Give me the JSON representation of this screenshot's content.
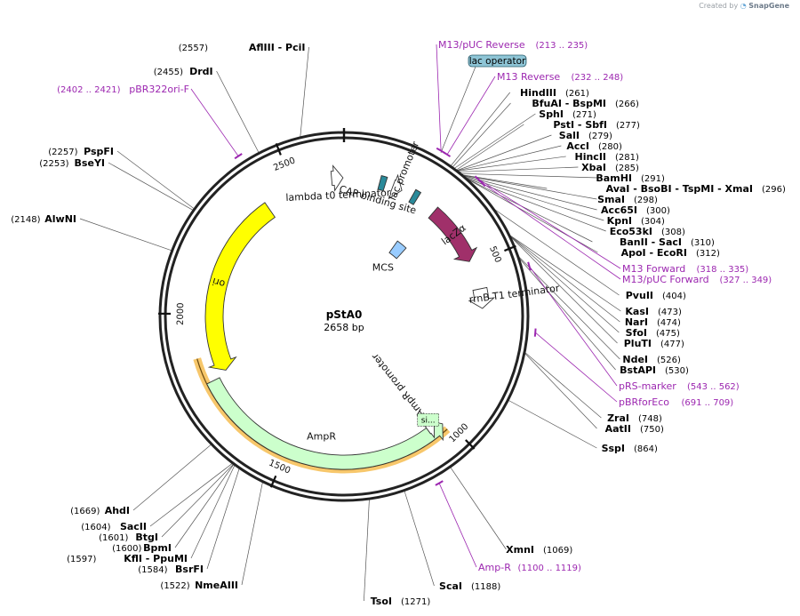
{
  "credit": {
    "prefix": "Created by",
    "brand": "SnapGene"
  },
  "plasmid": {
    "name": "pStA0",
    "length_label": "2658 bp",
    "length": 2658
  },
  "ticks": [
    {
      "pos": 500,
      "label": "500"
    },
    {
      "pos": 1000,
      "label": "1000"
    },
    {
      "pos": 1500,
      "label": "1500"
    },
    {
      "pos": 2000,
      "label": "2000"
    },
    {
      "pos": 2500,
      "label": "2500"
    }
  ],
  "features": [
    {
      "name": "ori",
      "start": 1813,
      "end": 2401,
      "dir": -1,
      "color": "#ffff00",
      "ring": 0,
      "label": "ori",
      "label_mode": "inside"
    },
    {
      "name": "AmpR",
      "start": 1015,
      "end": 1800,
      "dir": -1,
      "color": "#ccffcc",
      "ring": 0,
      "label": "AmpR",
      "label_mode": "below"
    },
    {
      "name": "AmpR promoter",
      "start": 1030,
      "end": 1060,
      "dir": -1,
      "color": "#ffffff",
      "ring": 0,
      "label": "AmpR promoter",
      "label_mode": "radial"
    },
    {
      "name": "lacZa",
      "start": 300,
      "end": 490,
      "dir": 1,
      "color": "#a0306a",
      "ring": 0,
      "label": "lacZα",
      "label_mode": "inside"
    },
    {
      "name": "rrnB T1 terminator",
      "start": 580,
      "end": 640,
      "dir": 1,
      "color": "#ffffff",
      "ring": 0,
      "label": "rrnB T1 terminator",
      "label_mode": "radial"
    },
    {
      "name": "lambda t0 terminator",
      "start": 2620,
      "end": 2655,
      "dir": 1,
      "color": "#ffffff",
      "ring": 0,
      "label": "lambda t0 terminator",
      "label_mode": "tangent"
    },
    {
      "name": "lac promoter",
      "start": 152,
      "end": 182,
      "dir": 1,
      "color": "#ffffff",
      "ring": 0,
      "label": "lac promoter",
      "label_mode": "radial"
    },
    {
      "name": "CAP binding site",
      "start": 110,
      "end": 128,
      "dir": 0,
      "color": "#2a8a9a",
      "ring": 0,
      "label": "CAP binding site",
      "label_mode": "tangent"
    },
    {
      "name": "lac operator",
      "start": 218,
      "end": 235,
      "dir": 0,
      "color": "#2a8a9a",
      "ring": 0,
      "label": "",
      "label_mode": "none"
    },
    {
      "name": "MCS",
      "start": 261,
      "end": 312,
      "dir": 0,
      "color": "#99ccff",
      "ring": 1,
      "label": "MCS",
      "label_mode": "below"
    }
  ],
  "feature_callouts": [
    {
      "name": "lac operator",
      "text": "lac operator",
      "bg": "#8ec5d6"
    },
    {
      "name": "AmpR signal",
      "text": "si..."
    }
  ],
  "ampr_highlight": {
    "start": 1015,
    "end": 1875,
    "color": "#f7c76b"
  },
  "sites": [
    {
      "name": "AflIII  -  PciI",
      "pos": 2557,
      "label": "(2557)"
    },
    {
      "name": "DrdI",
      "pos": 2455,
      "label": "(2455)"
    },
    {
      "name": "PspFI",
      "pos": 2257,
      "label": "(2257)"
    },
    {
      "name": "BseYI",
      "pos": 2253,
      "label": "(2253)"
    },
    {
      "name": "AlwNI",
      "pos": 2148,
      "label": "(2148)"
    },
    {
      "name": "AhdI",
      "pos": 1669,
      "label": "(1669)"
    },
    {
      "name": "SacII",
      "pos": 1604,
      "label": "(1604)"
    },
    {
      "name": "BtgI",
      "pos": 1601,
      "label": "(1601)"
    },
    {
      "name": "BpmI",
      "pos": 1600,
      "label": "(1600)"
    },
    {
      "name": "KflI  -  PpuMI",
      "pos": 1597,
      "label": "(1597)"
    },
    {
      "name": "BsrFI",
      "pos": 1584,
      "label": "(1584)"
    },
    {
      "name": "NmeAIII",
      "pos": 1522,
      "label": "(1522)"
    },
    {
      "name": "TsoI",
      "pos": 1271,
      "label": "(1271)"
    },
    {
      "name": "ScaI",
      "pos": 1188,
      "label": "(1188)"
    },
    {
      "name": "XmnI",
      "pos": 1069,
      "label": "(1069)"
    },
    {
      "name": "SspI",
      "pos": 864,
      "label": "(864)"
    },
    {
      "name": "AatII",
      "pos": 750,
      "label": "(750)"
    },
    {
      "name": "ZraI",
      "pos": 748,
      "label": "(748)"
    },
    {
      "name": "BstAPI",
      "pos": 530,
      "label": "(530)"
    },
    {
      "name": "NdeI",
      "pos": 526,
      "label": "(526)"
    },
    {
      "name": "PluTI",
      "pos": 477,
      "label": "(477)"
    },
    {
      "name": "SfoI",
      "pos": 475,
      "label": "(475)"
    },
    {
      "name": "NarI",
      "pos": 474,
      "label": "(474)"
    },
    {
      "name": "KasI",
      "pos": 473,
      "label": "(473)"
    },
    {
      "name": "PvuII",
      "pos": 404,
      "label": "(404)"
    },
    {
      "name": "ApoI  -  EcoRI",
      "pos": 312,
      "label": "(312)"
    },
    {
      "name": "BanII  -  SacI",
      "pos": 310,
      "label": "(310)"
    },
    {
      "name": "Eco53kI",
      "pos": 308,
      "label": "(308)"
    },
    {
      "name": "KpnI",
      "pos": 304,
      "label": "(304)"
    },
    {
      "name": "Acc65I",
      "pos": 300,
      "label": "(300)"
    },
    {
      "name": "SmaI",
      "pos": 298,
      "label": "(298)"
    },
    {
      "name": "AvaI  -  BsoBI  -  TspMI  -  XmaI",
      "pos": 296,
      "label": "(296)"
    },
    {
      "name": "BamHI",
      "pos": 291,
      "label": "(291)"
    },
    {
      "name": "XbaI",
      "pos": 285,
      "label": "(285)"
    },
    {
      "name": "HincII",
      "pos": 281,
      "label": "(281)"
    },
    {
      "name": "AccI",
      "pos": 280,
      "label": "(280)"
    },
    {
      "name": "SalI",
      "pos": 279,
      "label": "(279)"
    },
    {
      "name": "PstI  -  SbfI",
      "pos": 277,
      "label": "(277)"
    },
    {
      "name": "SphI",
      "pos": 271,
      "label": "(271)"
    },
    {
      "name": "BfuAI  -  BspMI",
      "pos": 266,
      "label": "(266)"
    },
    {
      "name": "HindIII",
      "pos": 261,
      "label": "(261)"
    }
  ],
  "primers": [
    {
      "name": "pBR322ori-F",
      "start": 2402,
      "end": 2421,
      "label": "(2402 .. 2421)"
    },
    {
      "name": "M13/pUC Reverse",
      "start": 213,
      "end": 235,
      "label": "(213 .. 235)"
    },
    {
      "name": "M13 Reverse",
      "start": 232,
      "end": 248,
      "label": "(232 .. 248)"
    },
    {
      "name": "M13 Forward",
      "start": 318,
      "end": 335,
      "label": "(318 .. 335)"
    },
    {
      "name": "M13/pUC Forward",
      "start": 327,
      "end": 349,
      "label": "(327 .. 349)"
    },
    {
      "name": "pRS-marker",
      "start": 543,
      "end": 562,
      "label": "(543 .. 562)"
    },
    {
      "name": "pBRforEco",
      "start": 691,
      "end": 709,
      "label": "(691 .. 709)"
    },
    {
      "name": "Amp-R",
      "start": 1100,
      "end": 1119,
      "label": "(1100 .. 1119)"
    }
  ],
  "colors": {
    "backbone": "#222222",
    "primer": "#9c27b0",
    "leader": "#555555"
  }
}
